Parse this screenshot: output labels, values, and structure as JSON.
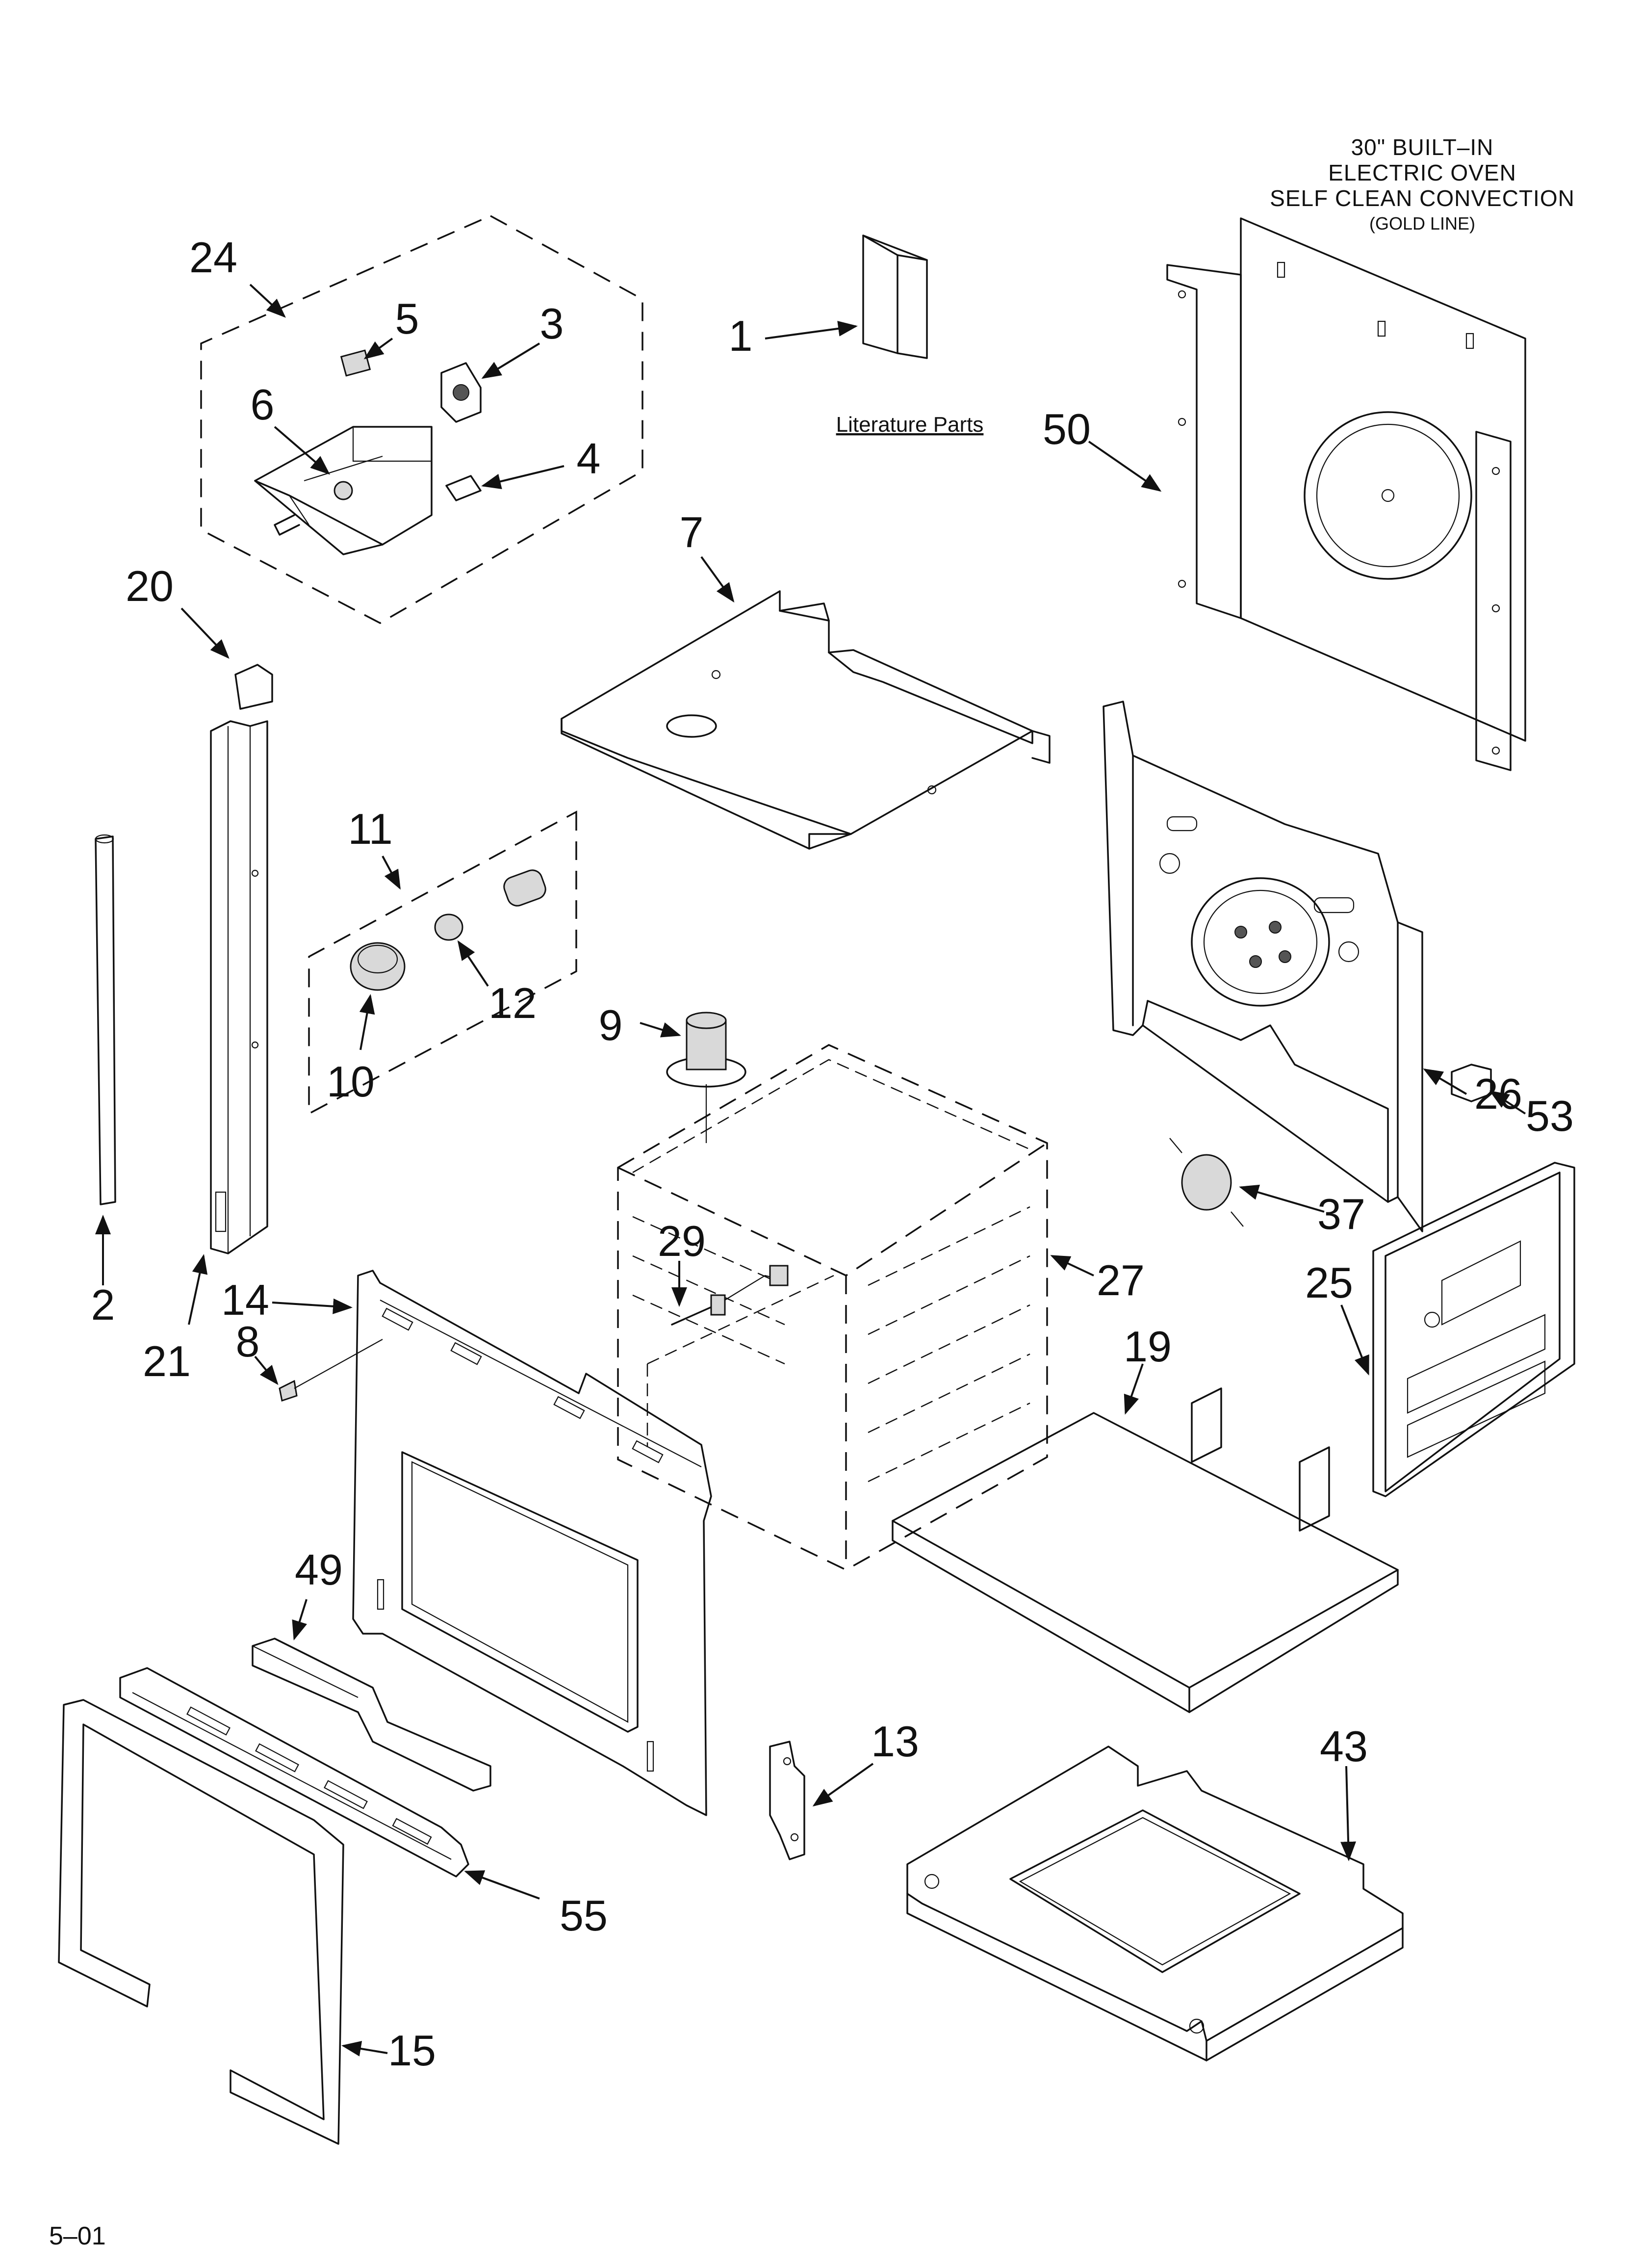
{
  "title": {
    "line1": "30\" BUILT–IN",
    "line2": "ELECTRIC OVEN",
    "line3": "SELF CLEAN CONVECTION",
    "line4": "(GOLD LINE)"
  },
  "literature_label": "Literature Parts",
  "version": "5–01",
  "callouts": {
    "c1": "1",
    "c2": "2",
    "c3": "3",
    "c4": "4",
    "c5": "5",
    "c6": "6",
    "c7": "7",
    "c8": "8",
    "c9": "9",
    "c10": "10",
    "c11": "11",
    "c12": "12",
    "c13": "13",
    "c14": "14",
    "c15": "15",
    "c19": "19",
    "c20": "20",
    "c21": "21",
    "c24": "24",
    "c25": "25",
    "c26": "26",
    "c27": "27",
    "c29": "29",
    "c37": "37",
    "c43": "43",
    "c49": "49",
    "c50": "50",
    "c53": "53",
    "c55": "55"
  }
}
